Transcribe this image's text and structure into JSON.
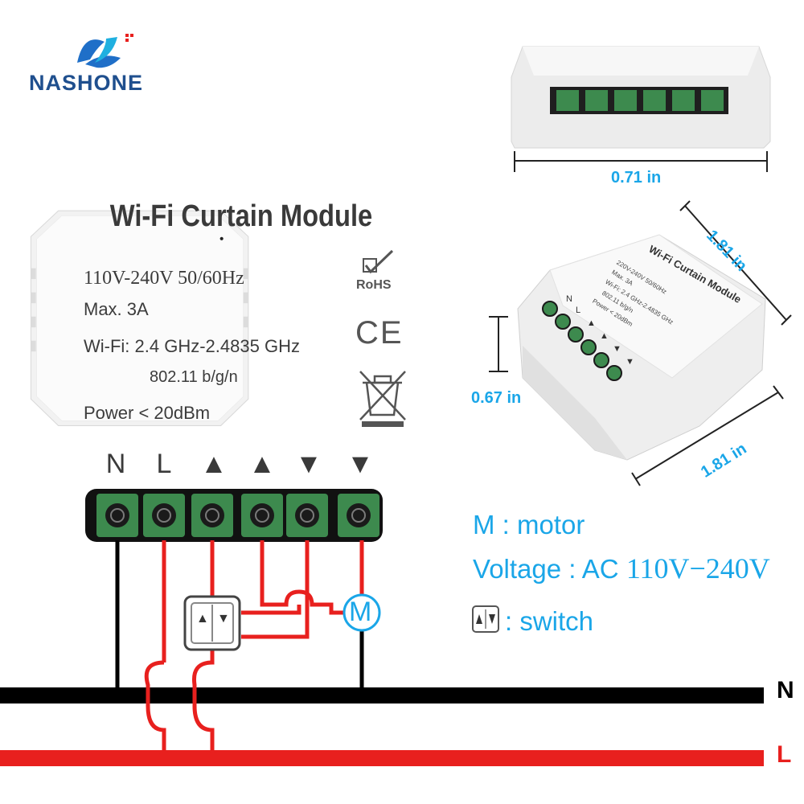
{
  "brand": {
    "name": "NASHONE",
    "logo_icon": "nashone-logo-icon"
  },
  "module": {
    "title": "Wi-Fi Curtain Module",
    "specs": {
      "voltage": "110V-240V 50/60Hz",
      "max_current": "Max. 3A",
      "wifi": "Wi-Fi: 2.4 GHz-2.4835 GHz",
      "standard": "802.11 b/g/n",
      "power": "Power < 20dBm"
    },
    "marks": {
      "rohs": "RoHS",
      "ce": "CE",
      "weee": "weee-bin-icon"
    },
    "terminals": [
      "N",
      "L",
      "▲",
      "▲",
      "▼",
      "▼"
    ]
  },
  "small_module": {
    "title": "Wi-Fi Curtain Module",
    "specs": [
      "220V-240V 50/60Hz",
      "Max. 3A",
      "Wi-Fi: 2.4 GHz-2.4835 GHz",
      "802.11 b/g/n",
      "Power < 20dBm"
    ],
    "terminals": [
      "N",
      "L",
      "▲",
      "▲",
      "▼",
      "▼"
    ]
  },
  "dimensions": {
    "depth": "0.71 in",
    "width_top": "1.81 in",
    "height_side": "0.67 in",
    "width_bottom": "1.81 in"
  },
  "legend": {
    "motor": "M : motor",
    "voltage_prefix": "Voltage : AC ",
    "voltage_value": "110V−240V",
    "switch_text": ": switch"
  },
  "wiring": {
    "motor_symbol": "M",
    "switch_up": "▲",
    "switch_down": "▼",
    "neutral_label": "N",
    "live_label": "L"
  },
  "colors": {
    "neutral_wire": "#000000",
    "live_wire": "#e8201e",
    "accent": "#1aa6e8",
    "terminal_green": "#3d8a4e"
  }
}
